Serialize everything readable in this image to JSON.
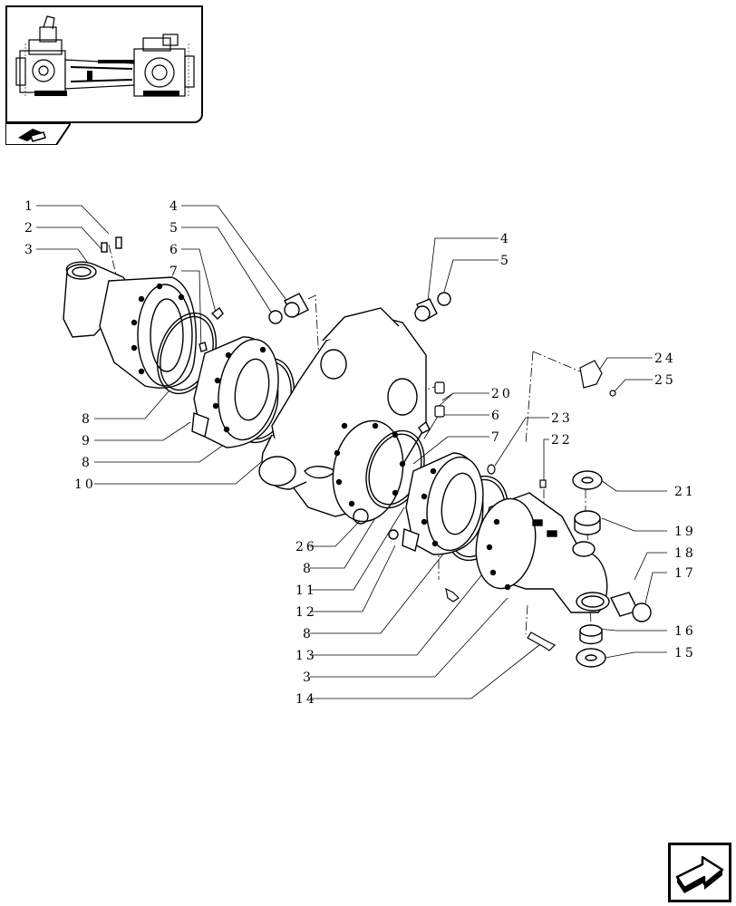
{
  "callouts": {
    "n1": "1",
    "n2": "2",
    "n3a": "3",
    "n4a": "4",
    "n5a": "5",
    "n6a": "6",
    "n7a": "7",
    "n8a": "8",
    "n9": "9",
    "n8b": "8",
    "n10": "10",
    "n4b": "4",
    "n5b": "5",
    "n24": "24",
    "n25": "25",
    "n20": "20",
    "n6b": "6",
    "n7b": "7",
    "n23": "23",
    "n22": "22",
    "n21": "21",
    "n19": "19",
    "n18": "18",
    "n17": "17",
    "n16": "16",
    "n15": "15",
    "n26": "26",
    "n8c": "8",
    "n11": "11",
    "n12": "12",
    "n8d": "8",
    "n13": "13",
    "n3b": "3",
    "n14": "14"
  },
  "icons": {
    "overview": "axle-overview-thumbnail-icon",
    "book": "book-tab-icon",
    "next": "next-page-arrow-icon"
  },
  "colors": {
    "ink": "#000000",
    "paper": "#ffffff"
  }
}
